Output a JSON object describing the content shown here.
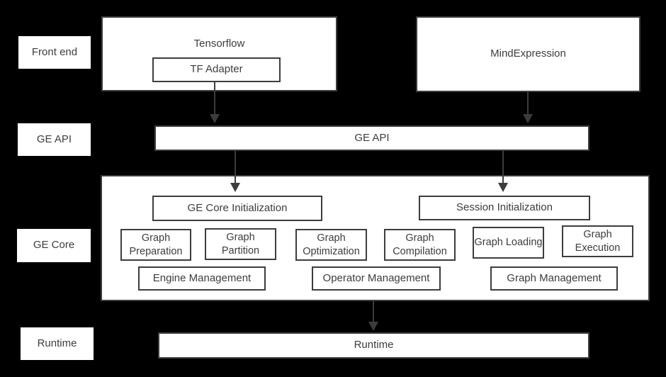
{
  "palette": {
    "background": "#000000",
    "box_fill": "#ffffff",
    "border": "#3d3d3d",
    "text": "#3d3d3d",
    "arrow": "#3c3c3c"
  },
  "row_labels": [
    {
      "label": "Front end"
    },
    {
      "label": "GE API"
    },
    {
      "label": "GE Core"
    },
    {
      "label": "Runtime"
    }
  ],
  "front_end": {
    "tensorflow": {
      "label": "Tensorflow",
      "child_label": "TF Adapter"
    },
    "mind_expression": {
      "label": "MindExpression"
    }
  },
  "ge_api_bar": {
    "label": "GE API"
  },
  "ge_core": {
    "init_boxes": [
      "GE Core Initialization",
      "Session Initialization"
    ],
    "stage_boxes": [
      "Graph Preparation",
      "Graph Partition",
      "Graph Optimization",
      "Graph Compilation",
      "Graph Loading",
      "Graph Execution"
    ],
    "management_boxes": [
      "Engine Management",
      "Operator Management",
      "Graph Management"
    ]
  },
  "runtime_bar": {
    "label": "Runtime"
  },
  "arrows": [
    {
      "from": "TF Adapter",
      "to": "GE API"
    },
    {
      "from": "MindExpression",
      "to": "GE API"
    },
    {
      "from": "GE API",
      "to": "GE Core Initialization"
    },
    {
      "from": "GE API",
      "to": "Session Initialization"
    },
    {
      "from": "GE Core",
      "to": "Runtime"
    }
  ]
}
